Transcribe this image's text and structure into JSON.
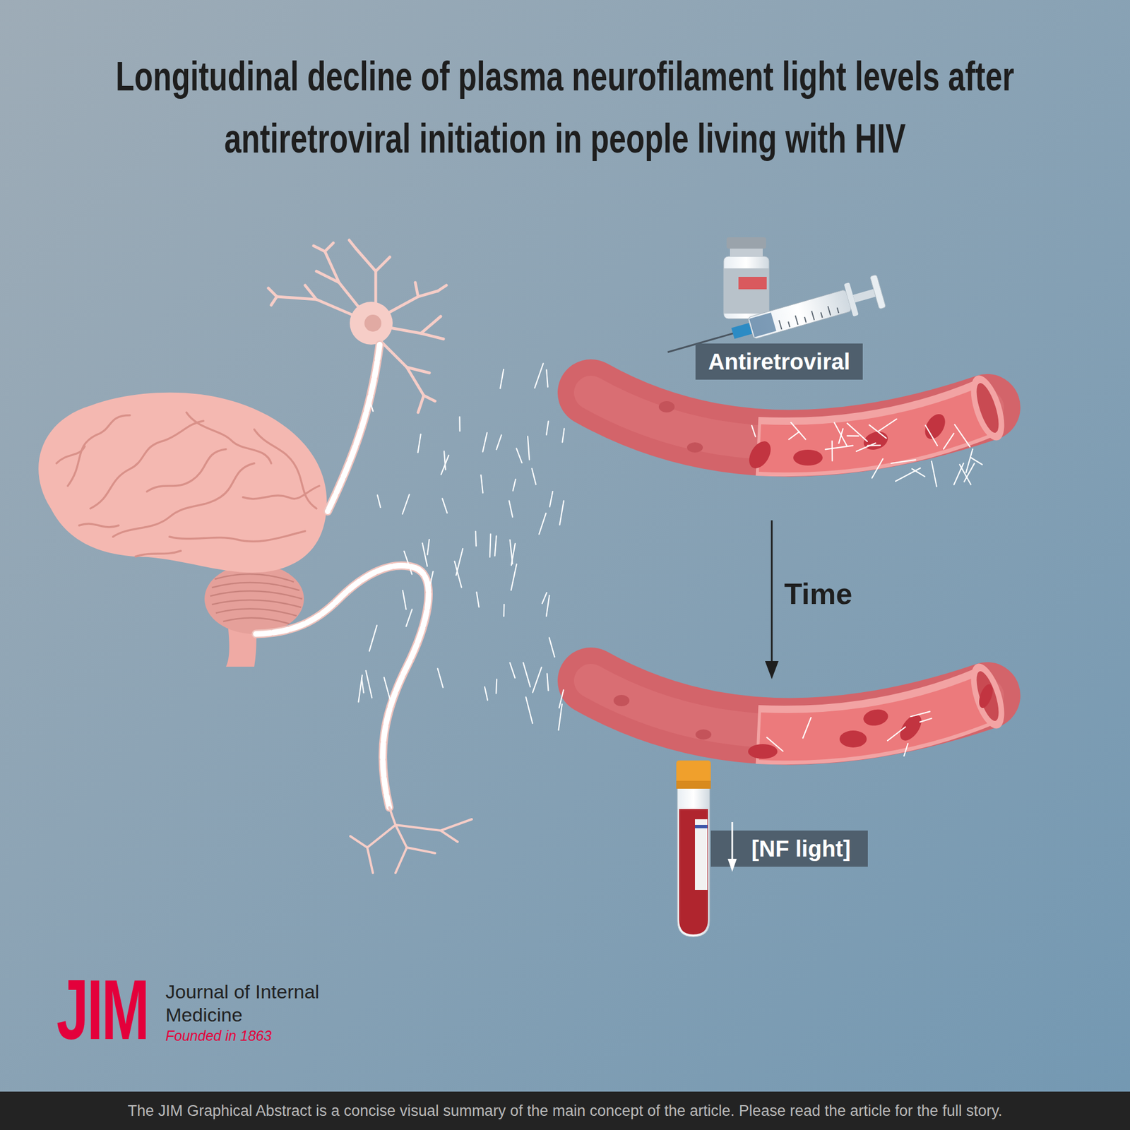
{
  "diagram": {
    "title": "Longitudinal decline of plasma neurofilament light levels after antiretroviral initiation in people living with HIV",
    "caption": "The JIM Graphical Abstract is a concise visual summary of the main concept of the article. Please read the article for the full story.",
    "nodes": [
      {
        "text": [
          "Antiretroviral"
        ]
      },
      {
        "text": [
          "[NF light]"
        ]
      }
    ],
    "labels": [
      "Time",
      "JIM",
      "Journal of Internal Medicine",
      "Founded in 1863"
    ]
  }
}
